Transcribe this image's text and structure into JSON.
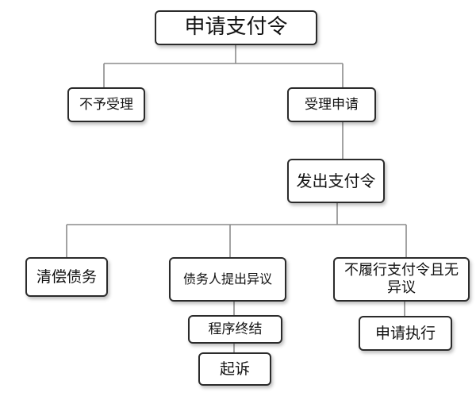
{
  "diagram": {
    "nodes": {
      "root": "申请支付令",
      "reject": "不予受理",
      "accept": "受理申请",
      "issue": "发出支付令",
      "repay": "清偿债务",
      "objection": "债务人提出异议",
      "no_objection": "不履行支付令且无异议",
      "terminate": "程序终结",
      "sue": "起诉",
      "execute": "申请执行"
    },
    "edges": [
      [
        "root",
        "reject"
      ],
      [
        "root",
        "accept"
      ],
      [
        "accept",
        "issue"
      ],
      [
        "issue",
        "repay"
      ],
      [
        "issue",
        "objection"
      ],
      [
        "issue",
        "no_objection"
      ],
      [
        "objection",
        "terminate"
      ],
      [
        "terminate",
        "sue"
      ],
      [
        "no_objection",
        "execute"
      ]
    ]
  }
}
